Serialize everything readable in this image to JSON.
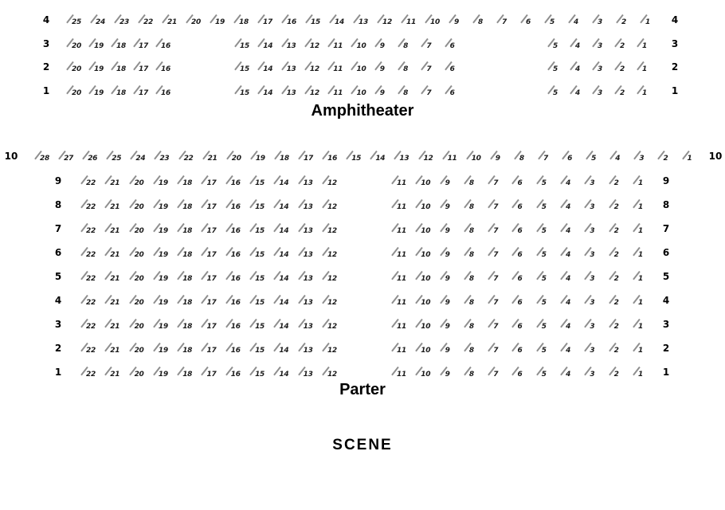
{
  "colors": {
    "background": "#ffffff",
    "seat_slash": "#8f8f8f",
    "seat_number": "#1c1c1c",
    "label_text": "#000000"
  },
  "stage": {
    "label": "SCENE"
  },
  "sections": [
    {
      "id": "amphitheater",
      "label": "Amphitheater",
      "rows": [
        {
          "row": "4",
          "groups": [
            [
              25,
              24,
              23,
              22,
              21,
              20,
              19,
              18,
              17,
              16,
              15,
              14,
              13,
              12,
              11,
              10,
              9,
              8,
              7,
              6,
              5,
              4,
              3,
              2,
              1
            ]
          ]
        },
        {
          "row": "3",
          "groups": [
            [
              20,
              19,
              18,
              17,
              16
            ],
            [
              15,
              14,
              13,
              12,
              11,
              10,
              9,
              8,
              7,
              6
            ],
            [
              5,
              4,
              3,
              2,
              1
            ]
          ]
        },
        {
          "row": "2",
          "groups": [
            [
              20,
              19,
              18,
              17,
              16
            ],
            [
              15,
              14,
              13,
              12,
              11,
              10,
              9,
              8,
              7,
              6
            ],
            [
              5,
              4,
              3,
              2,
              1
            ]
          ]
        },
        {
          "row": "1",
          "groups": [
            [
              20,
              19,
              18,
              17,
              16
            ],
            [
              15,
              14,
              13,
              12,
              11,
              10,
              9,
              8,
              7,
              6
            ],
            [
              5,
              4,
              3,
              2,
              1
            ]
          ]
        }
      ]
    },
    {
      "id": "parter",
      "label": "Parter",
      "rows": [
        {
          "row": "10",
          "groups": [
            [
              28,
              27,
              26,
              25,
              24,
              23,
              22,
              21,
              20,
              19,
              18,
              17,
              16,
              15,
              14,
              13,
              12,
              11,
              10,
              9,
              8,
              7,
              6,
              5,
              4,
              3,
              2,
              1
            ]
          ]
        },
        {
          "row": "9",
          "groups": [
            [
              22,
              21,
              20,
              19,
              18,
              17,
              16,
              15,
              14,
              13,
              12
            ],
            [
              11,
              10,
              9,
              8,
              7,
              6,
              5,
              4,
              3,
              2,
              1
            ]
          ]
        },
        {
          "row": "8",
          "groups": [
            [
              22,
              21,
              20,
              19,
              18,
              17,
              16,
              15,
              14,
              13,
              12
            ],
            [
              11,
              10,
              9,
              8,
              7,
              6,
              5,
              4,
              3,
              2,
              1
            ]
          ]
        },
        {
          "row": "7",
          "groups": [
            [
              22,
              21,
              20,
              19,
              18,
              17,
              16,
              15,
              14,
              13,
              12
            ],
            [
              11,
              10,
              9,
              8,
              7,
              6,
              5,
              4,
              3,
              2,
              1
            ]
          ]
        },
        {
          "row": "6",
          "groups": [
            [
              22,
              21,
              20,
              19,
              18,
              17,
              16,
              15,
              14,
              13,
              12
            ],
            [
              11,
              10,
              9,
              8,
              7,
              6,
              5,
              4,
              3,
              2,
              1
            ]
          ]
        },
        {
          "row": "5",
          "groups": [
            [
              22,
              21,
              20,
              19,
              18,
              17,
              16,
              15,
              14,
              13,
              12
            ],
            [
              11,
              10,
              9,
              8,
              7,
              6,
              5,
              4,
              3,
              2,
              1
            ]
          ]
        },
        {
          "row": "4",
          "groups": [
            [
              22,
              21,
              20,
              19,
              18,
              17,
              16,
              15,
              14,
              13,
              12
            ],
            [
              11,
              10,
              9,
              8,
              7,
              6,
              5,
              4,
              3,
              2,
              1
            ]
          ]
        },
        {
          "row": "3",
          "groups": [
            [
              22,
              21,
              20,
              19,
              18,
              17,
              16,
              15,
              14,
              13,
              12
            ],
            [
              11,
              10,
              9,
              8,
              7,
              6,
              5,
              4,
              3,
              2,
              1
            ]
          ]
        },
        {
          "row": "2",
          "groups": [
            [
              22,
              21,
              20,
              19,
              18,
              17,
              16,
              15,
              14,
              13,
              12
            ],
            [
              11,
              10,
              9,
              8,
              7,
              6,
              5,
              4,
              3,
              2,
              1
            ]
          ]
        },
        {
          "row": "1",
          "groups": [
            [
              22,
              21,
              20,
              19,
              18,
              17,
              16,
              15,
              14,
              13,
              12
            ],
            [
              11,
              10,
              9,
              8,
              7,
              6,
              5,
              4,
              3,
              2,
              1
            ]
          ]
        }
      ]
    }
  ]
}
